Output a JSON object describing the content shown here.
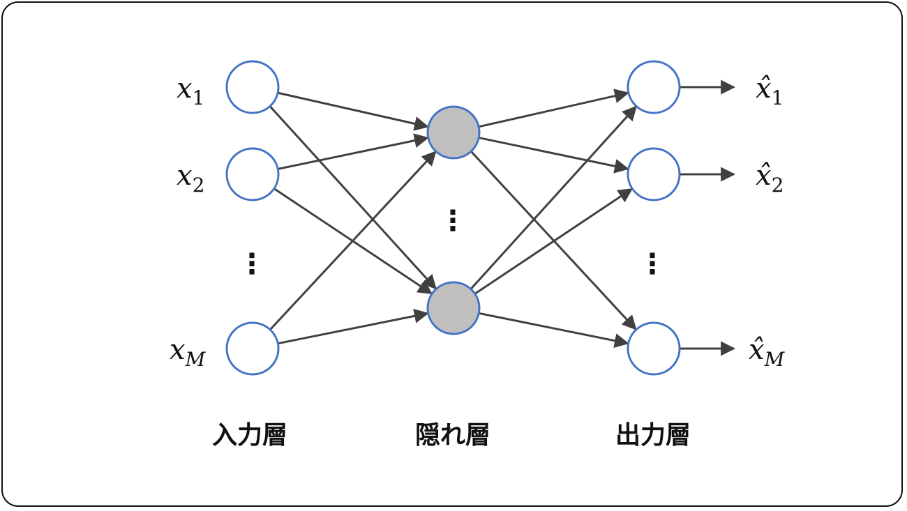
{
  "colors": {
    "node_stroke": "#4472C4",
    "hidden_fill": "#BFBFBF",
    "hidden_stroke": "#4472C4",
    "edge": "#404040"
  },
  "inputs": [
    {
      "var": "x",
      "sub": "1"
    },
    {
      "var": "x",
      "sub": "2"
    },
    {
      "var": "x",
      "sub": "M"
    }
  ],
  "outputs": [
    {
      "var": "x̂",
      "sub": "1"
    },
    {
      "var": "x̂",
      "sub": "2"
    },
    {
      "var": "x̂",
      "sub": "M"
    }
  ],
  "ellipsis": "⋮",
  "layers": {
    "input": "入力層",
    "hidden": "隠れ層",
    "output": "出力層"
  }
}
